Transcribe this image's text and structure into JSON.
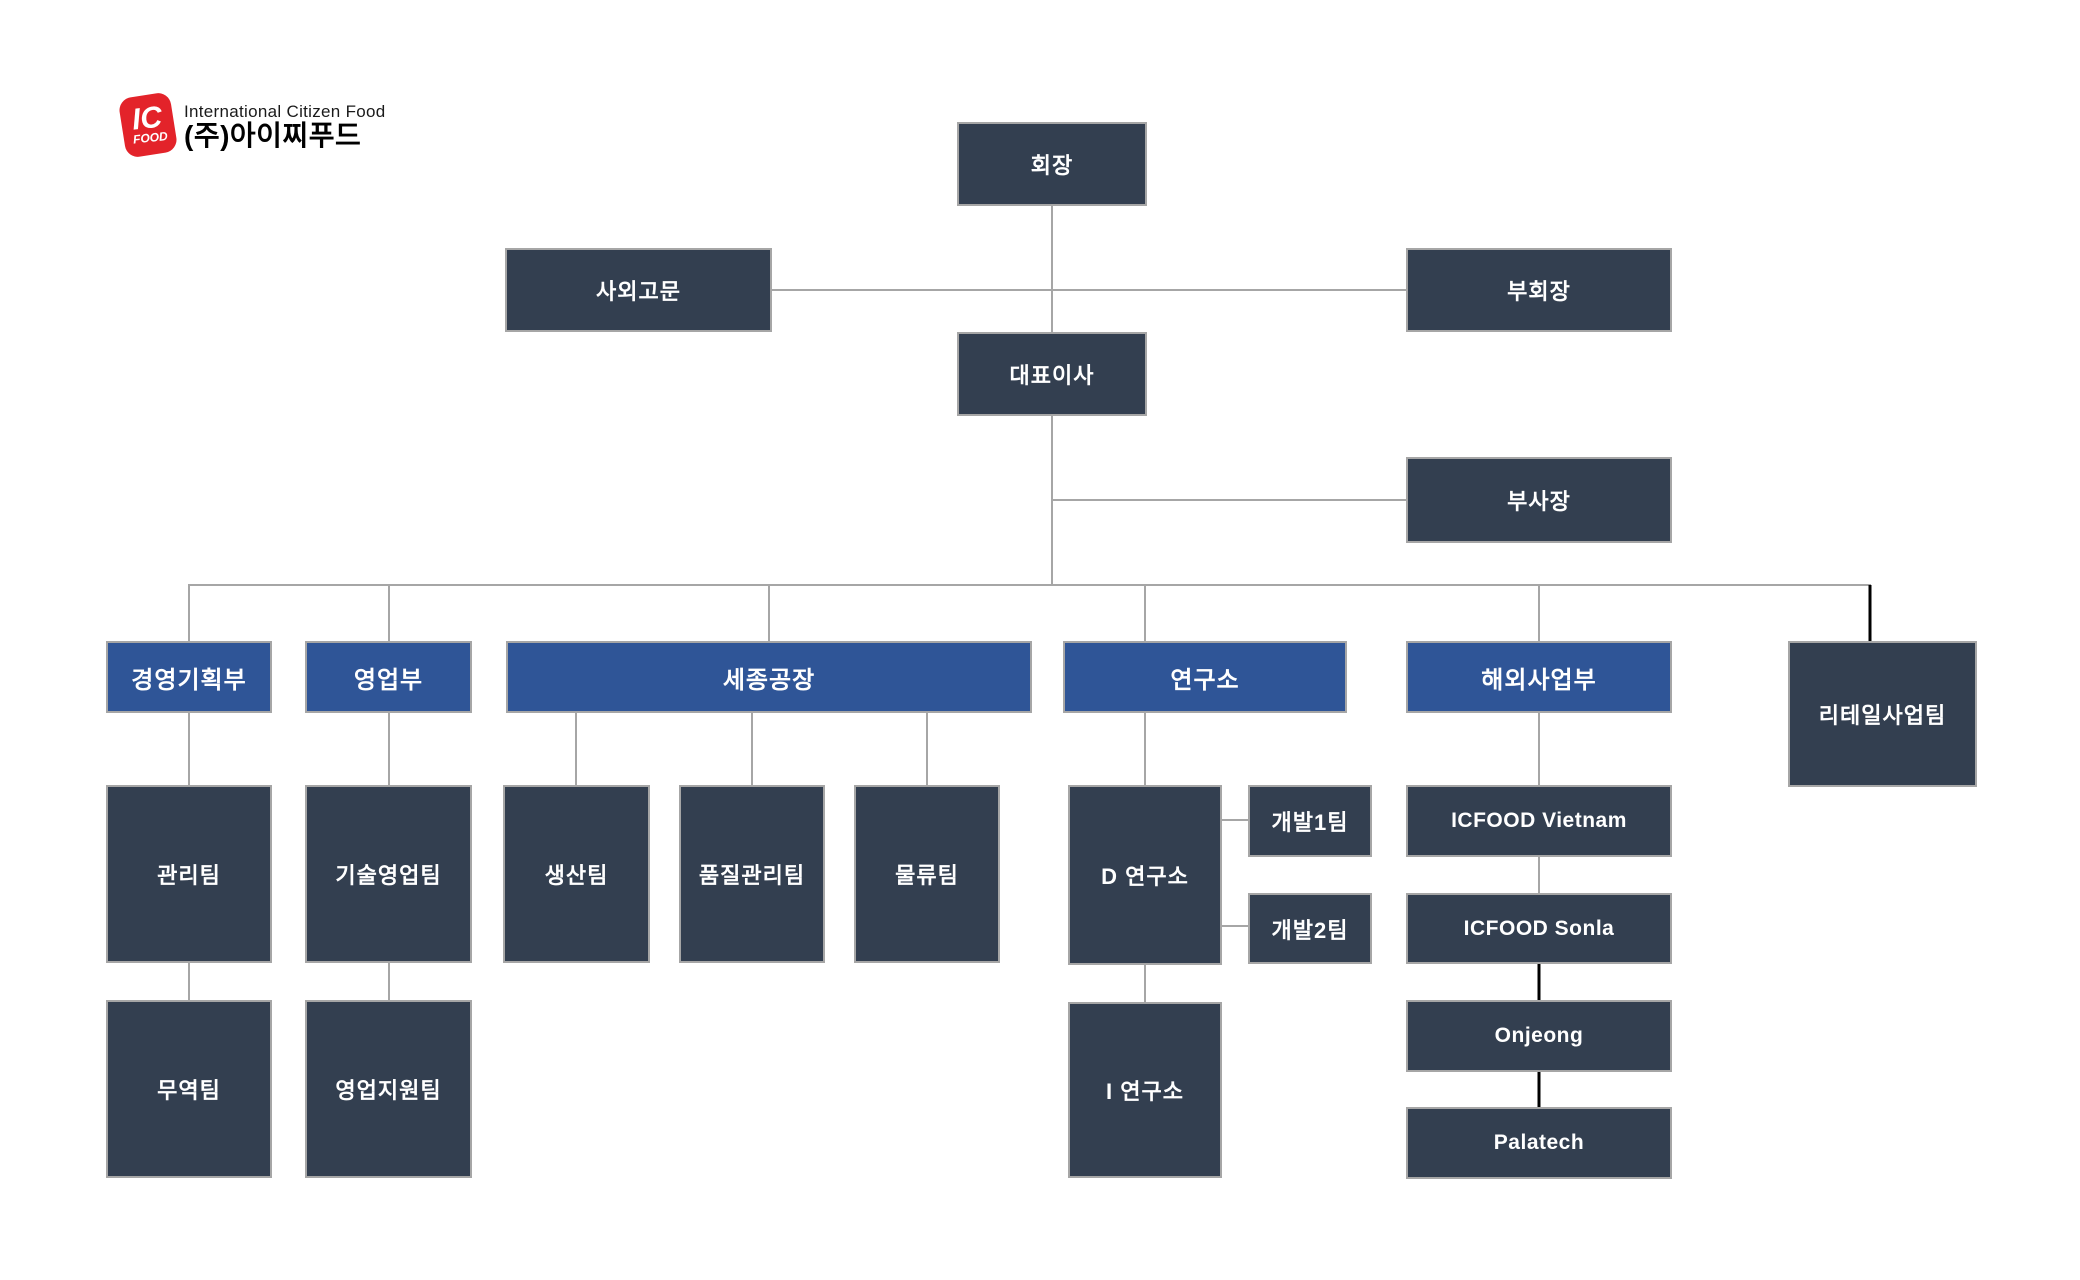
{
  "logo": {
    "mark_top": "IC",
    "mark_bottom": "FOOD",
    "line1": "International Citizen Food",
    "line2": "(주)아이찌푸드"
  },
  "colors": {
    "box_dark": "#333F50",
    "box_blue": "#2F5597",
    "box_border": "#A6A6A6",
    "connector_gray": "#A6A6A6",
    "connector_black": "#000000",
    "logo_red": "#E3232A",
    "text_white": "#FFFFFF"
  },
  "nodes": {
    "chairman": "회장",
    "outside_advisor": "사외고문",
    "vice_chairman": "부회장",
    "ceo": "대표이사",
    "evp": "부사장",
    "dept_planning": "경영기획부",
    "dept_sales": "영업부",
    "dept_sejong_plant": "세종공장",
    "dept_lab": "연구소",
    "dept_overseas": "해외사업부",
    "team_retail": "리테일사업팀",
    "team_admin": "관리팀",
    "team_trade": "무역팀",
    "team_tech_sales": "기술영업팀",
    "team_sales_support": "영업지원팀",
    "team_production": "생산팀",
    "team_quality": "품질관리팀",
    "team_logistics": "물류팀",
    "lab_d": "D 연구소",
    "lab_i": "I 연구소",
    "team_dev1": "개발1팀",
    "team_dev2": "개발2팀",
    "sub_icfood_vietnam": "ICFOOD Vietnam",
    "sub_icfood_sonla": "ICFOOD Sonla",
    "sub_onjeong": "Onjeong",
    "sub_palatech": "Palatech"
  }
}
